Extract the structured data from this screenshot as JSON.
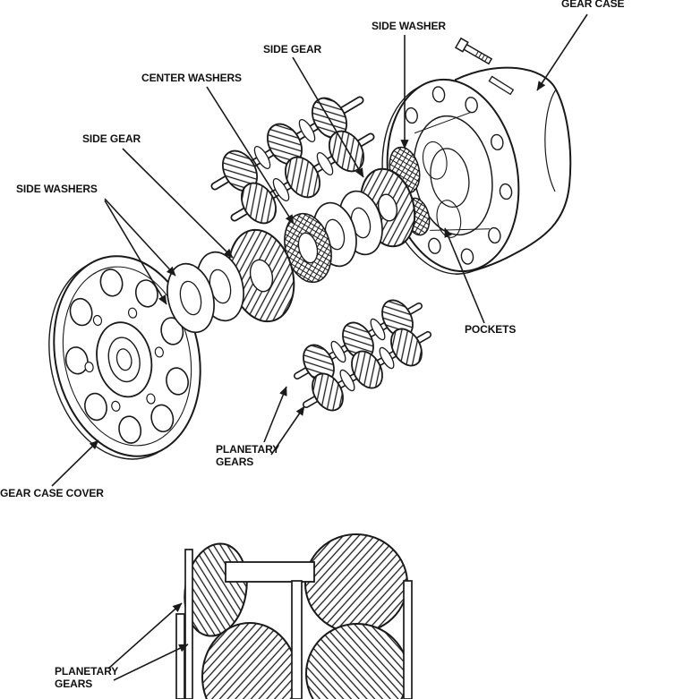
{
  "figure": {
    "background": "#ffffff",
    "line_color": "#1a1a1a"
  },
  "labels": {
    "gear_case": "GEAR CASE",
    "side_washer": "SIDE WASHER",
    "side_gear_upper": "SIDE GEAR",
    "center_washers": "CENTER WASHERS",
    "side_gear_left": "SIDE GEAR",
    "side_washers": "SIDE WASHERS",
    "pockets": "POCKETS",
    "planetary_gears": "PLANETARY\nGEARS",
    "gear_case_cover": "GEAR CASE COVER",
    "planetary_gears_bottom": "PLANETARY\nGEARS"
  }
}
